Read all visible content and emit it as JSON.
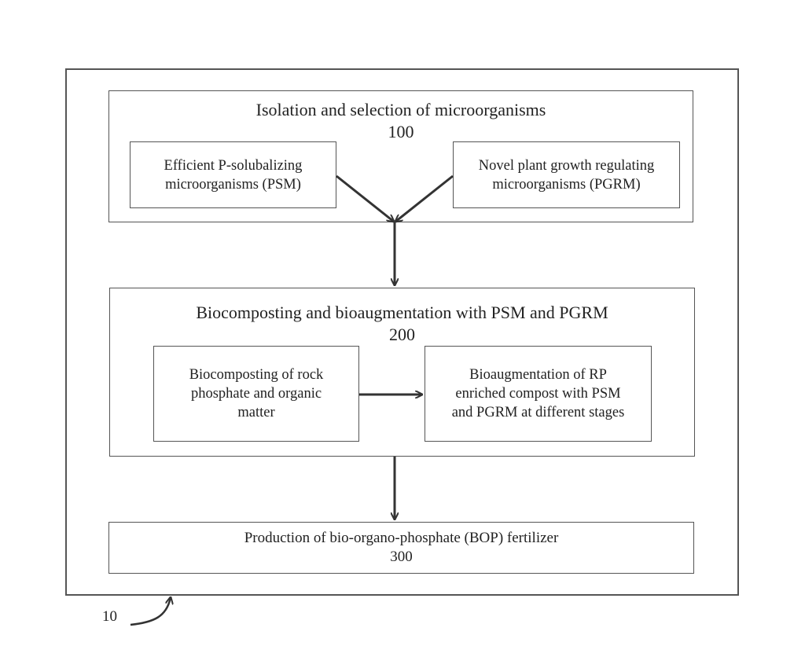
{
  "figure": {
    "reference_numeral": "10",
    "stage_100": {
      "title": "Isolation and selection of microorganisms",
      "number": "100",
      "left_box": [
        "Efficient P-solubalizing",
        "microorganisms (PSM)"
      ],
      "right_box": [
        "Novel plant growth regulating",
        "microorganisms (PGRM)"
      ]
    },
    "stage_200": {
      "title": "Biocomposting and bioaugmentation with PSM and PGRM",
      "number": "200",
      "left_box": [
        "Biocomposting of rock",
        "phosphate and organic",
        "matter"
      ],
      "right_box": [
        "Bioaugmentation of RP",
        "enriched compost with PSM",
        "and PGRM at different stages"
      ]
    },
    "stage_300": {
      "title": "Production of bio-organo-phosphate (BOP) fertilizer",
      "number": "300"
    }
  }
}
